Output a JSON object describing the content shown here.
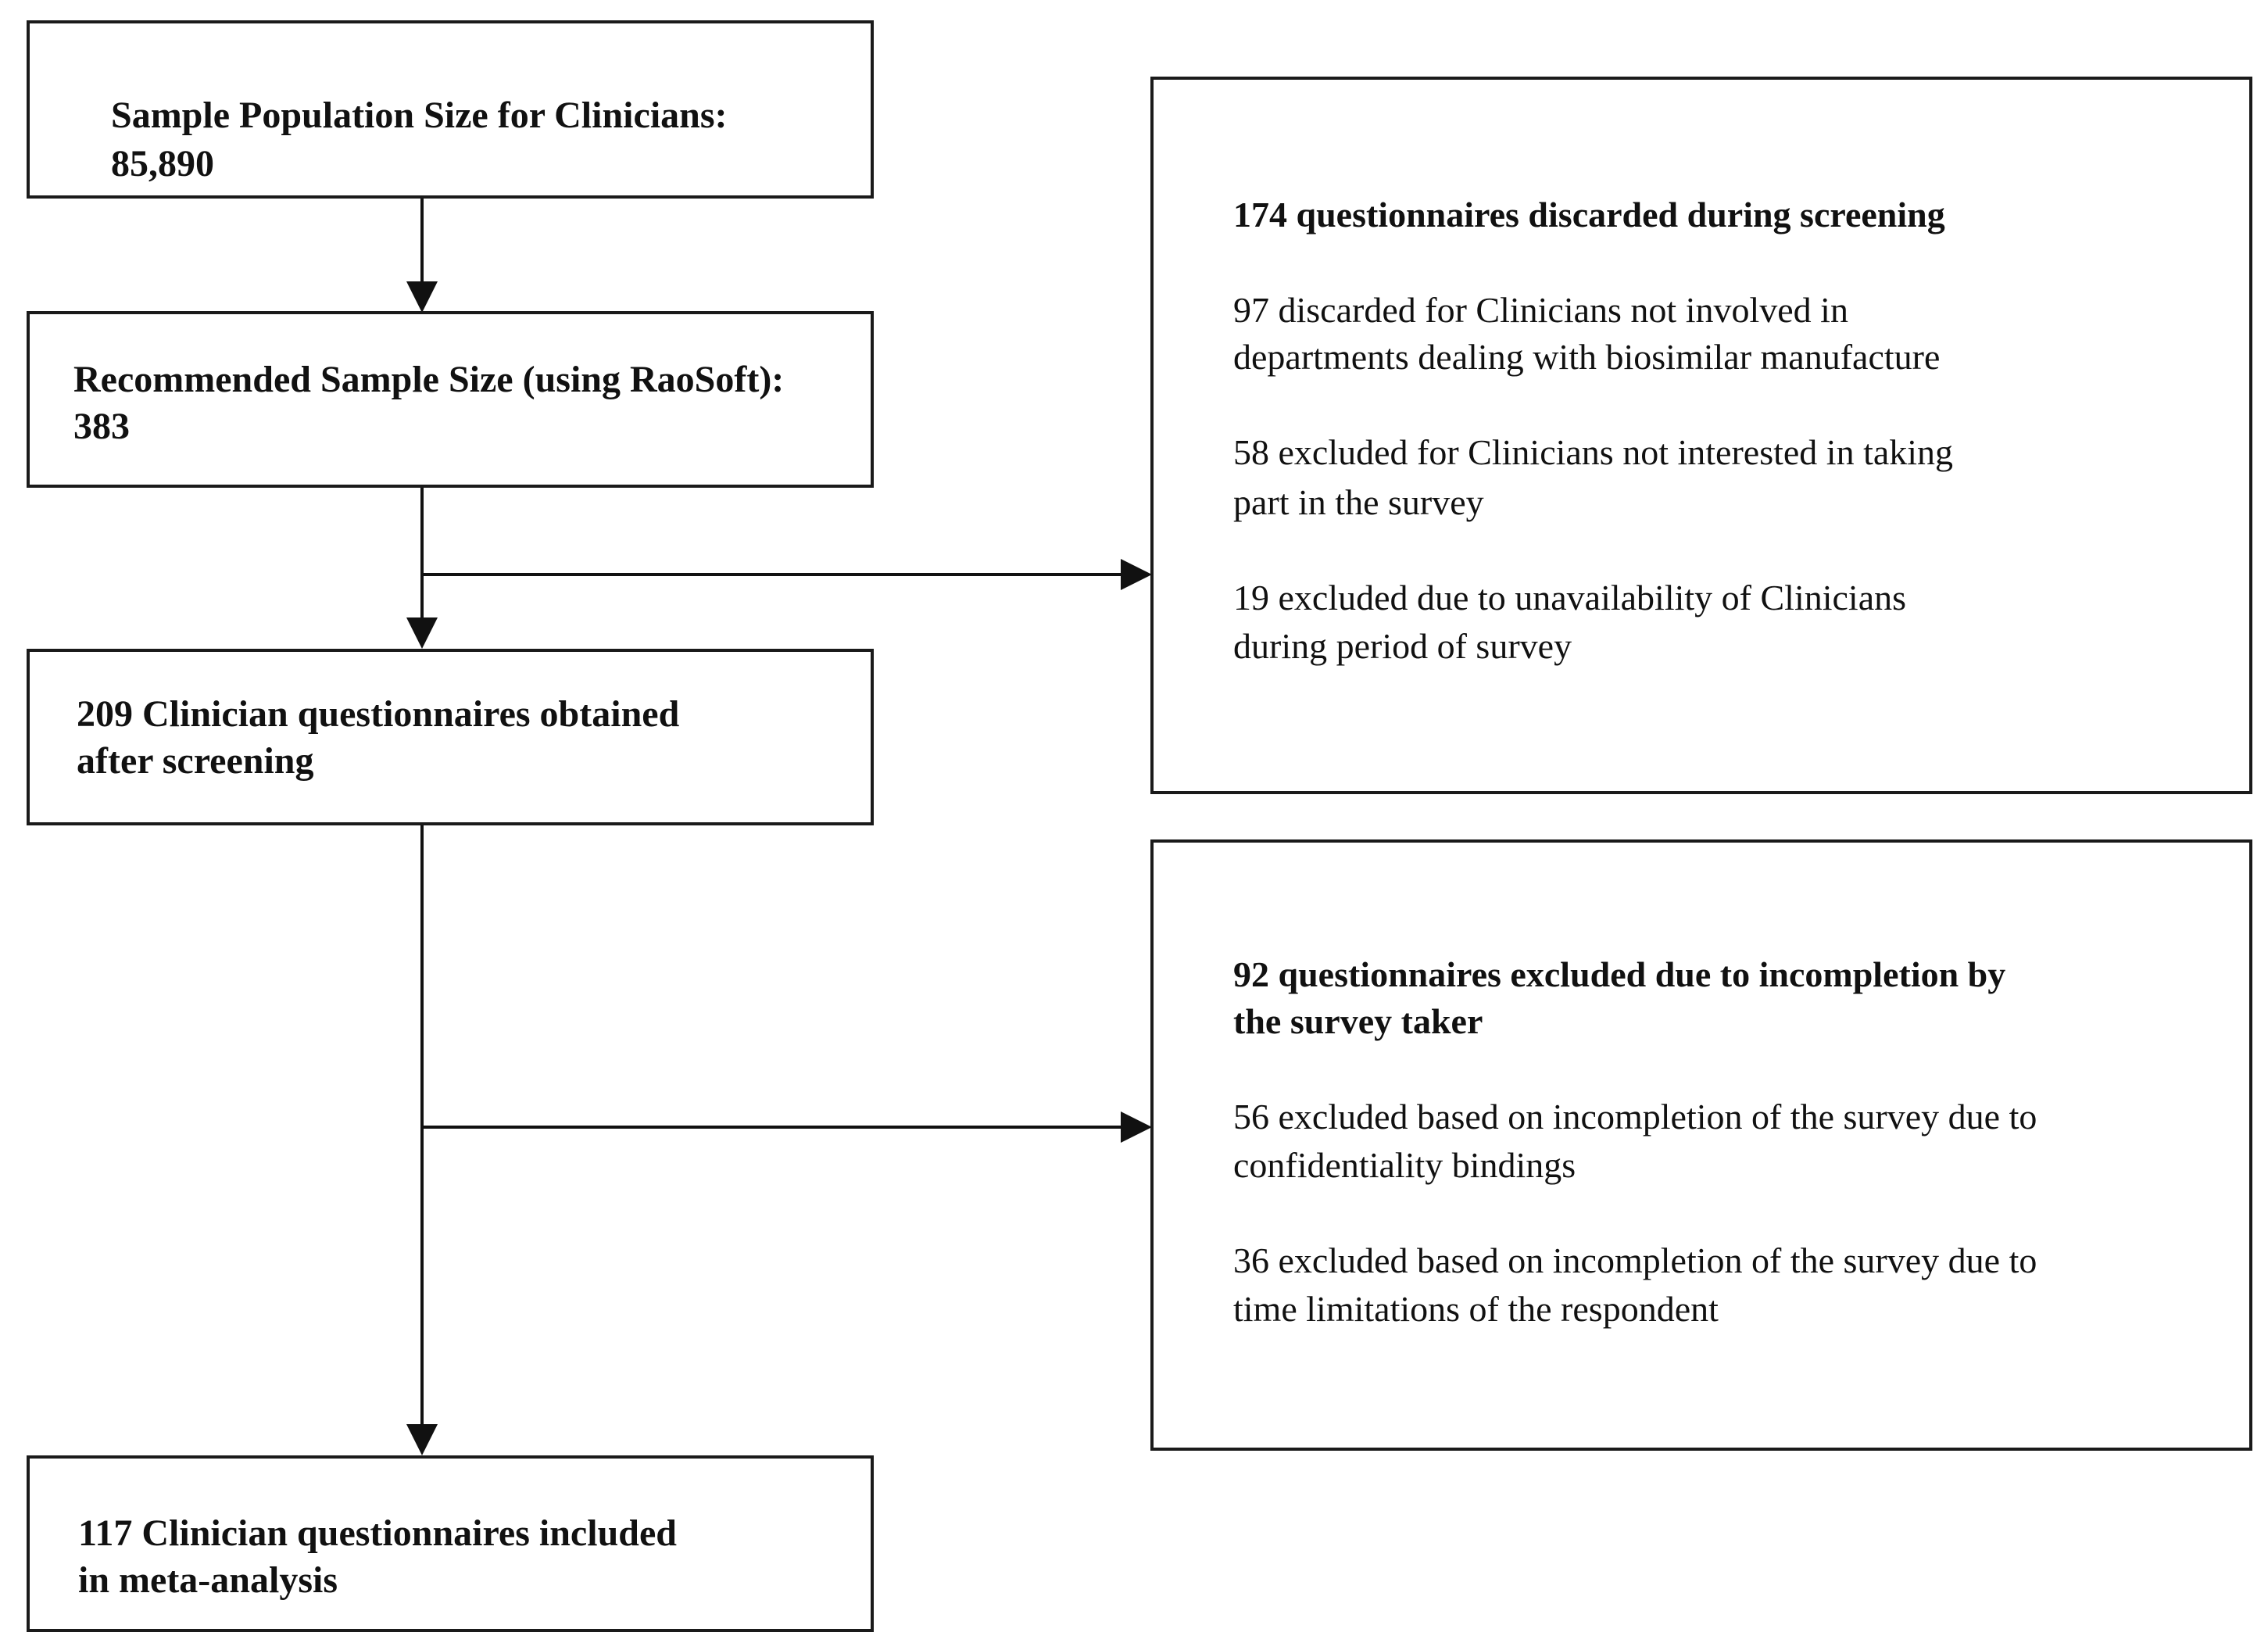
{
  "left_boxes": {
    "population": {
      "line1": "Sample Population Size for Clinicians:",
      "line2": "85,890"
    },
    "recommended": {
      "line1": "Recommended Sample Size (using RaoSoft):",
      "line2": "383"
    },
    "obtained": {
      "line1": "209 Clinician questionnaires obtained",
      "line2": "after screening"
    },
    "included": {
      "line1": "117 Clinician questionnaires included",
      "line2": "in meta-analysis"
    }
  },
  "right_boxes": {
    "screening": {
      "heading": "174 questionnaires discarded during screening",
      "items": [
        {
          "line1": "97 discarded for Clinicians not involved in",
          "line2": "departments dealing with biosimilar manufacture"
        },
        {
          "line1": "58 excluded for Clinicians not interested in taking",
          "line2": "part in the survey"
        },
        {
          "line1": "19 excluded due to unavailability of Clinicians",
          "line2": "during period of survey"
        }
      ]
    },
    "incompletion": {
      "heading_line1": "92 questionnaires excluded due to incompletion by",
      "heading_line2": "the survey taker",
      "items": [
        {
          "line1": "56 excluded based on incompletion of the survey due to",
          "line2": "confidentiality bindings"
        },
        {
          "line1": "36 excluded based on incompletion of the survey due to",
          "line2": "time limitations of the respondent"
        }
      ]
    }
  }
}
